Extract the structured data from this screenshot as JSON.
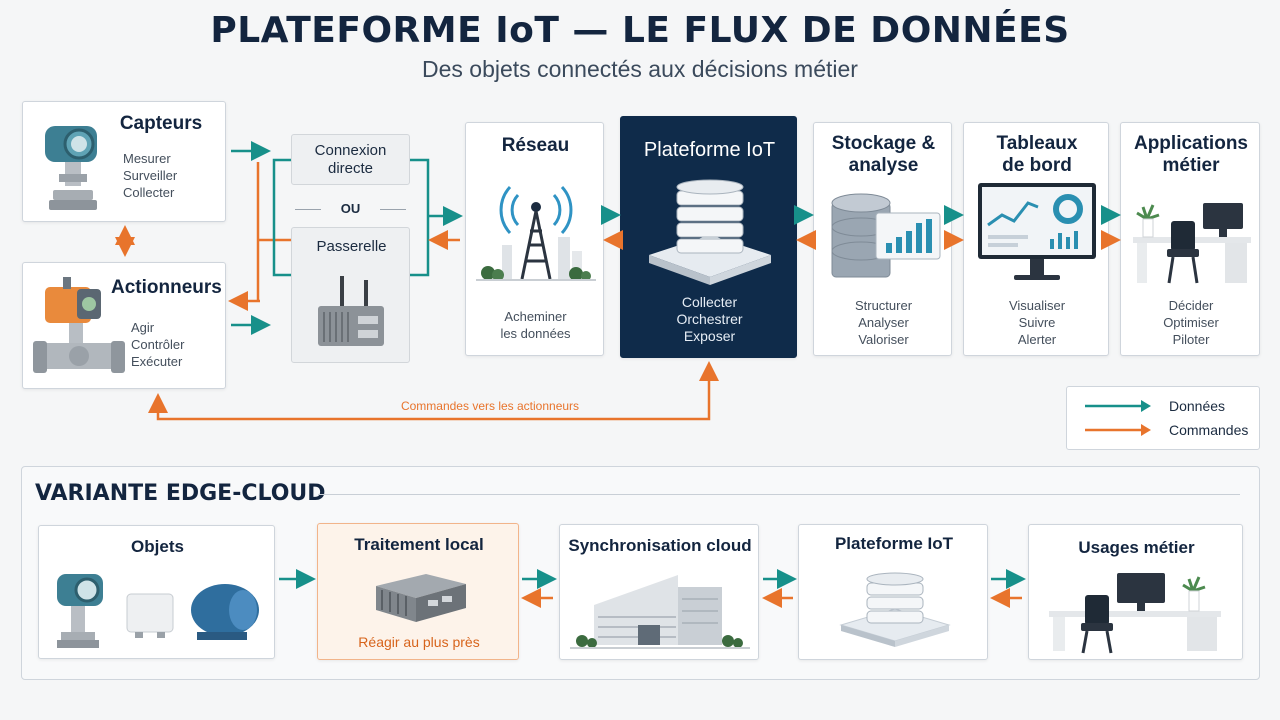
{
  "header": {
    "title": "PLATEFORME IoT — LE FLUX DE DONNÉES",
    "subtitle": "Des objets connectés aux décisions métier"
  },
  "flow": {
    "capteurs": {
      "title": "Capteurs",
      "lines": [
        "Mesurer",
        "Surveiller",
        "Collecter"
      ]
    },
    "actionneurs": {
      "title": "Actionneurs",
      "lines": [
        "Agir",
        "Contrôler",
        "Exécuter"
      ]
    },
    "connexion_directe": "Connexion directe",
    "ou": "OU",
    "passerelle": "Passerelle",
    "reseau": {
      "title": "Réseau",
      "lines": [
        "Acheminer",
        "les données"
      ]
    },
    "plateforme": {
      "title": "Plateforme IoT",
      "lines": [
        "Collecter",
        "Orchestrer",
        "Exposer"
      ]
    },
    "stockage": {
      "title": "Stockage & analyse",
      "lines": [
        "Structurer",
        "Analyser",
        "Valoriser"
      ]
    },
    "tableaux": {
      "title": "Tableaux de bord",
      "lines": [
        "Visualiser",
        "Suivre",
        "Alerter"
      ]
    },
    "applications": {
      "title": "Applications métier",
      "lines": [
        "Décider",
        "Optimiser",
        "Piloter"
      ]
    },
    "commandes_label": "Commandes vers les actionneurs"
  },
  "legend": {
    "data_label": "Données",
    "commands_label": "Commandes"
  },
  "edge": {
    "title": "VARIANTE EDGE-CLOUD",
    "objets": "Objets",
    "traitement": {
      "title": "Traitement local",
      "caption": "Réagir au plus près"
    },
    "synchro": "Synchronisation cloud",
    "plateforme": "Plateforme IoT",
    "usages": "Usages métier"
  },
  "colors": {
    "data": "#17908a",
    "commands": "#e8742c",
    "dark_panel": "#0f2b4a"
  }
}
